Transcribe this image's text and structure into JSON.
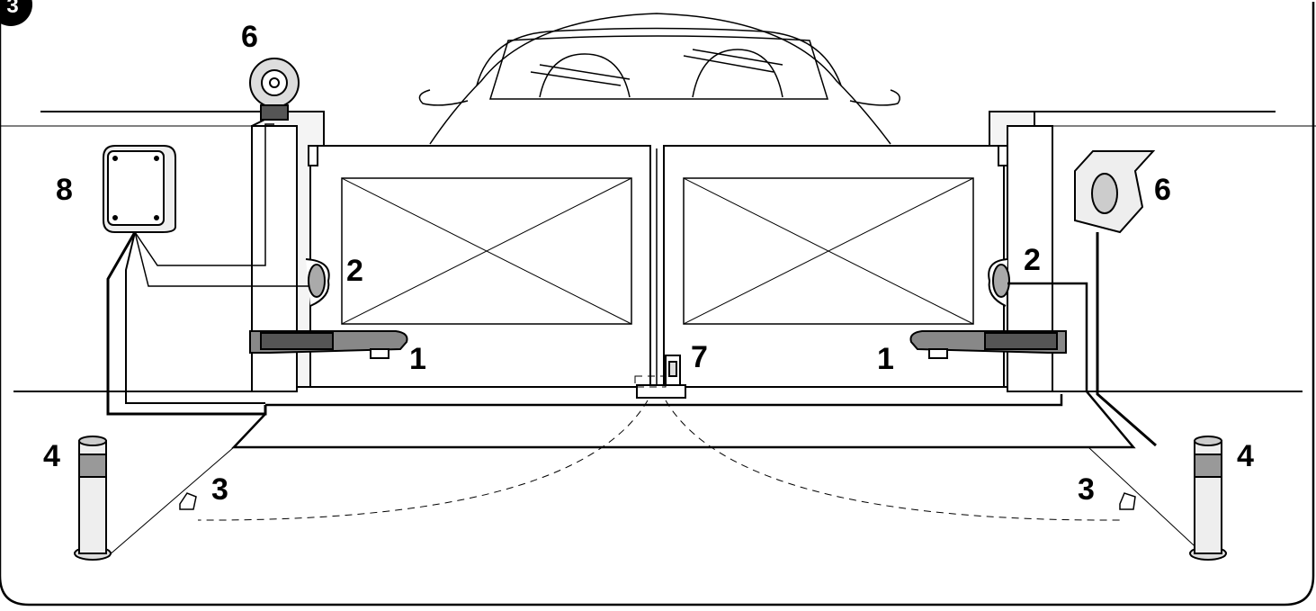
{
  "figure": {
    "badge": "3",
    "labels": {
      "operator_left": "1",
      "operator_right": "1",
      "photocell_left": "2",
      "photocell_right": "2",
      "photocell_ground_left": "3",
      "photocell_ground_right": "3",
      "column_left": "4",
      "column_right": "4",
      "flashing_light": "6",
      "key_selector": "6",
      "electric_lock": "7",
      "control_unit": "8"
    }
  }
}
